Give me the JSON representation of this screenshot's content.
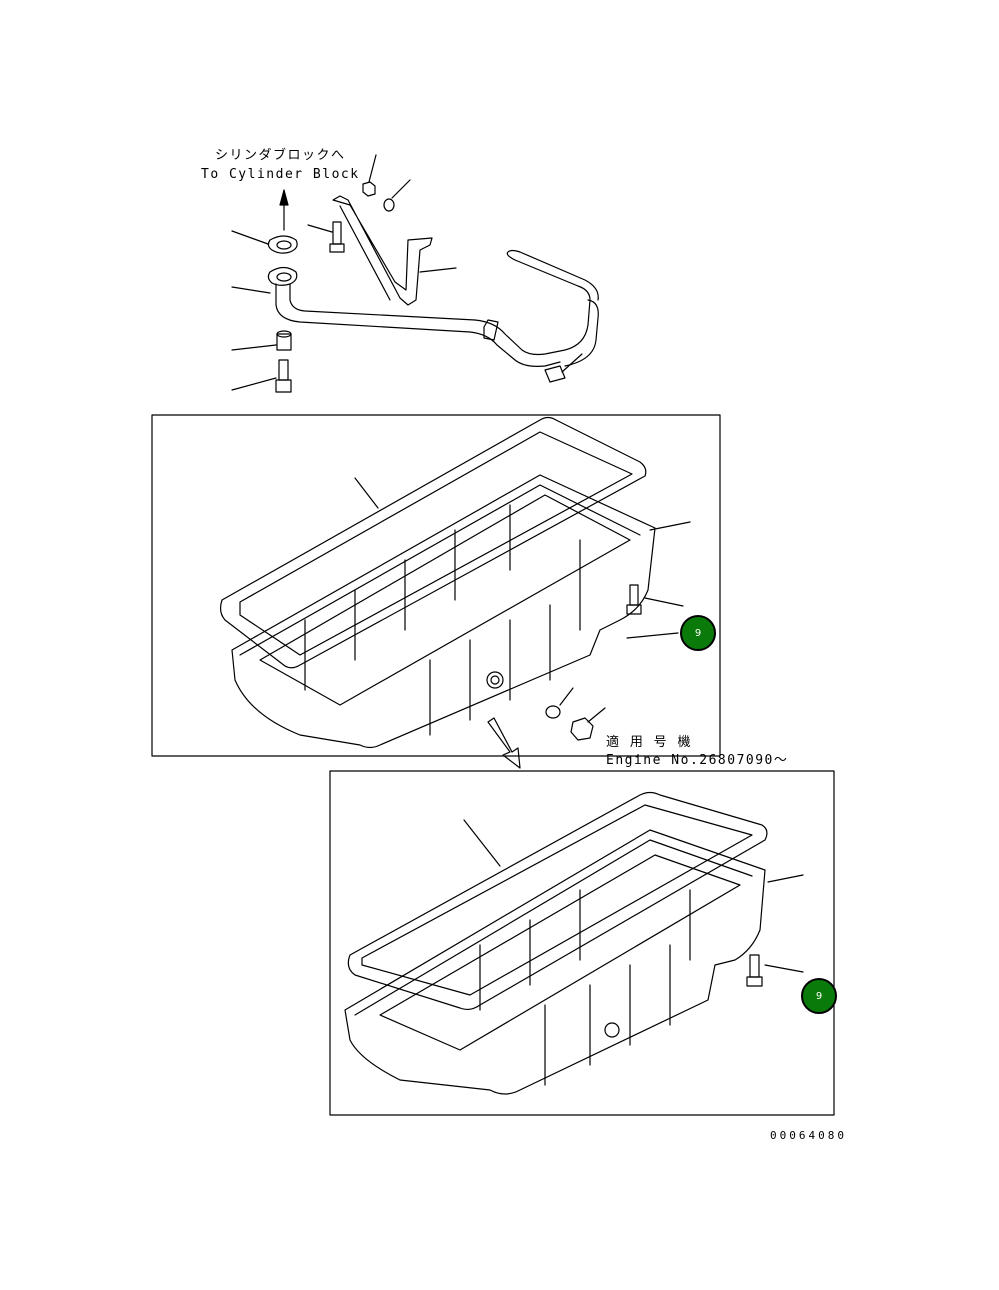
{
  "labels": {
    "to_block_jp": "シリンダブロックへ",
    "to_block_en": "To Cylinder Block",
    "applicable_jp": "適 用 号 機",
    "engine_serial": "Engine No.26807090～"
  },
  "callouts": [
    {
      "id": "upper",
      "text": "9"
    },
    {
      "id": "lower",
      "text": "9"
    }
  ],
  "drawing_number": "00064080",
  "colors": {
    "callout_fill": "#0a7a0a",
    "line": "#000000",
    "background": "#ffffff"
  }
}
